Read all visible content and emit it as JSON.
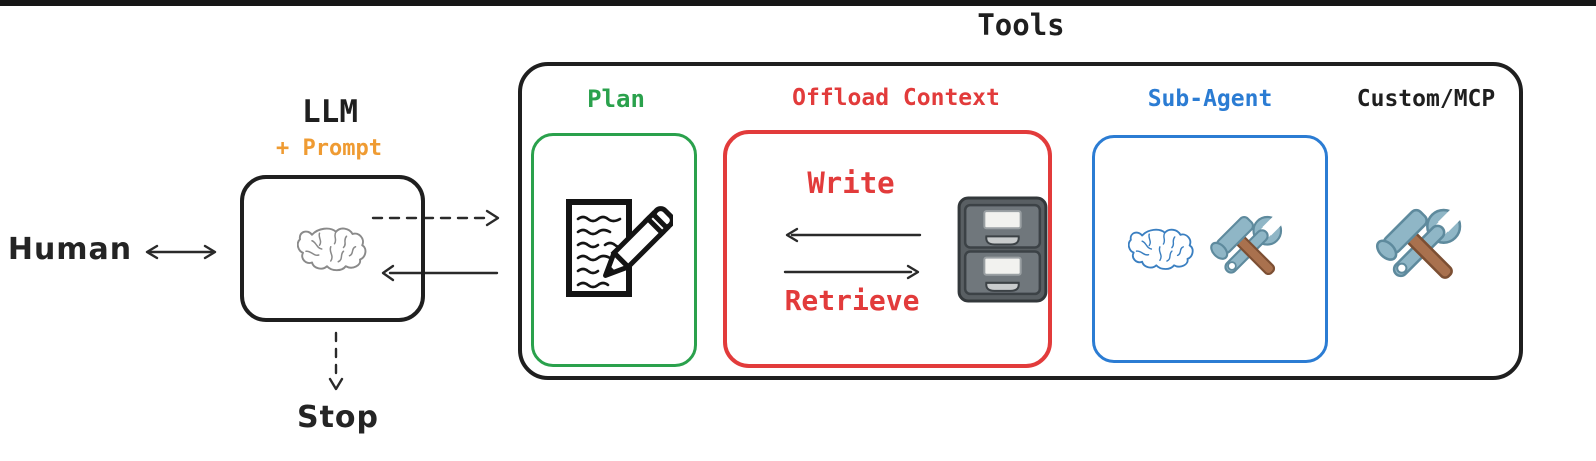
{
  "page": {
    "background": "#ffffff",
    "top_bar_color": "#161616"
  },
  "human": {
    "label": "Human"
  },
  "llm": {
    "title": "LLM",
    "subtitle": "+ Prompt",
    "subtitle_color": "#ef9b32",
    "icon": "brain-icon"
  },
  "stop": {
    "label": "Stop"
  },
  "tools": {
    "title": "Tools",
    "sections": [
      {
        "label": "Plan",
        "color": "#2aa14c",
        "icon": "memo-pencil-icon",
        "boxed": true
      },
      {
        "label": "Offload Context",
        "color": "#e23b3b",
        "icon": "file-cabinet-icon",
        "boxed": true,
        "write_label": "Write",
        "retrieve_label": "Retrieve"
      },
      {
        "label": "Sub-Agent",
        "color": "#2b7cd3",
        "icons": [
          "brain-icon",
          "hammer-wrench-icon"
        ],
        "boxed": true
      },
      {
        "label": "Custom/MCP",
        "color": "#1f1f1f",
        "icon": "hammer-wrench-icon",
        "boxed": false
      }
    ]
  },
  "arrows": [
    {
      "name": "human-llm",
      "style": "solid",
      "direction": "both"
    },
    {
      "name": "llm-to-tools",
      "style": "dashed",
      "direction": "right"
    },
    {
      "name": "tools-to-llm",
      "style": "solid",
      "direction": "left"
    },
    {
      "name": "llm-to-stop",
      "style": "dashed",
      "direction": "down"
    },
    {
      "name": "write",
      "style": "solid",
      "direction": "left"
    },
    {
      "name": "retrieve",
      "style": "solid",
      "direction": "right"
    }
  ]
}
